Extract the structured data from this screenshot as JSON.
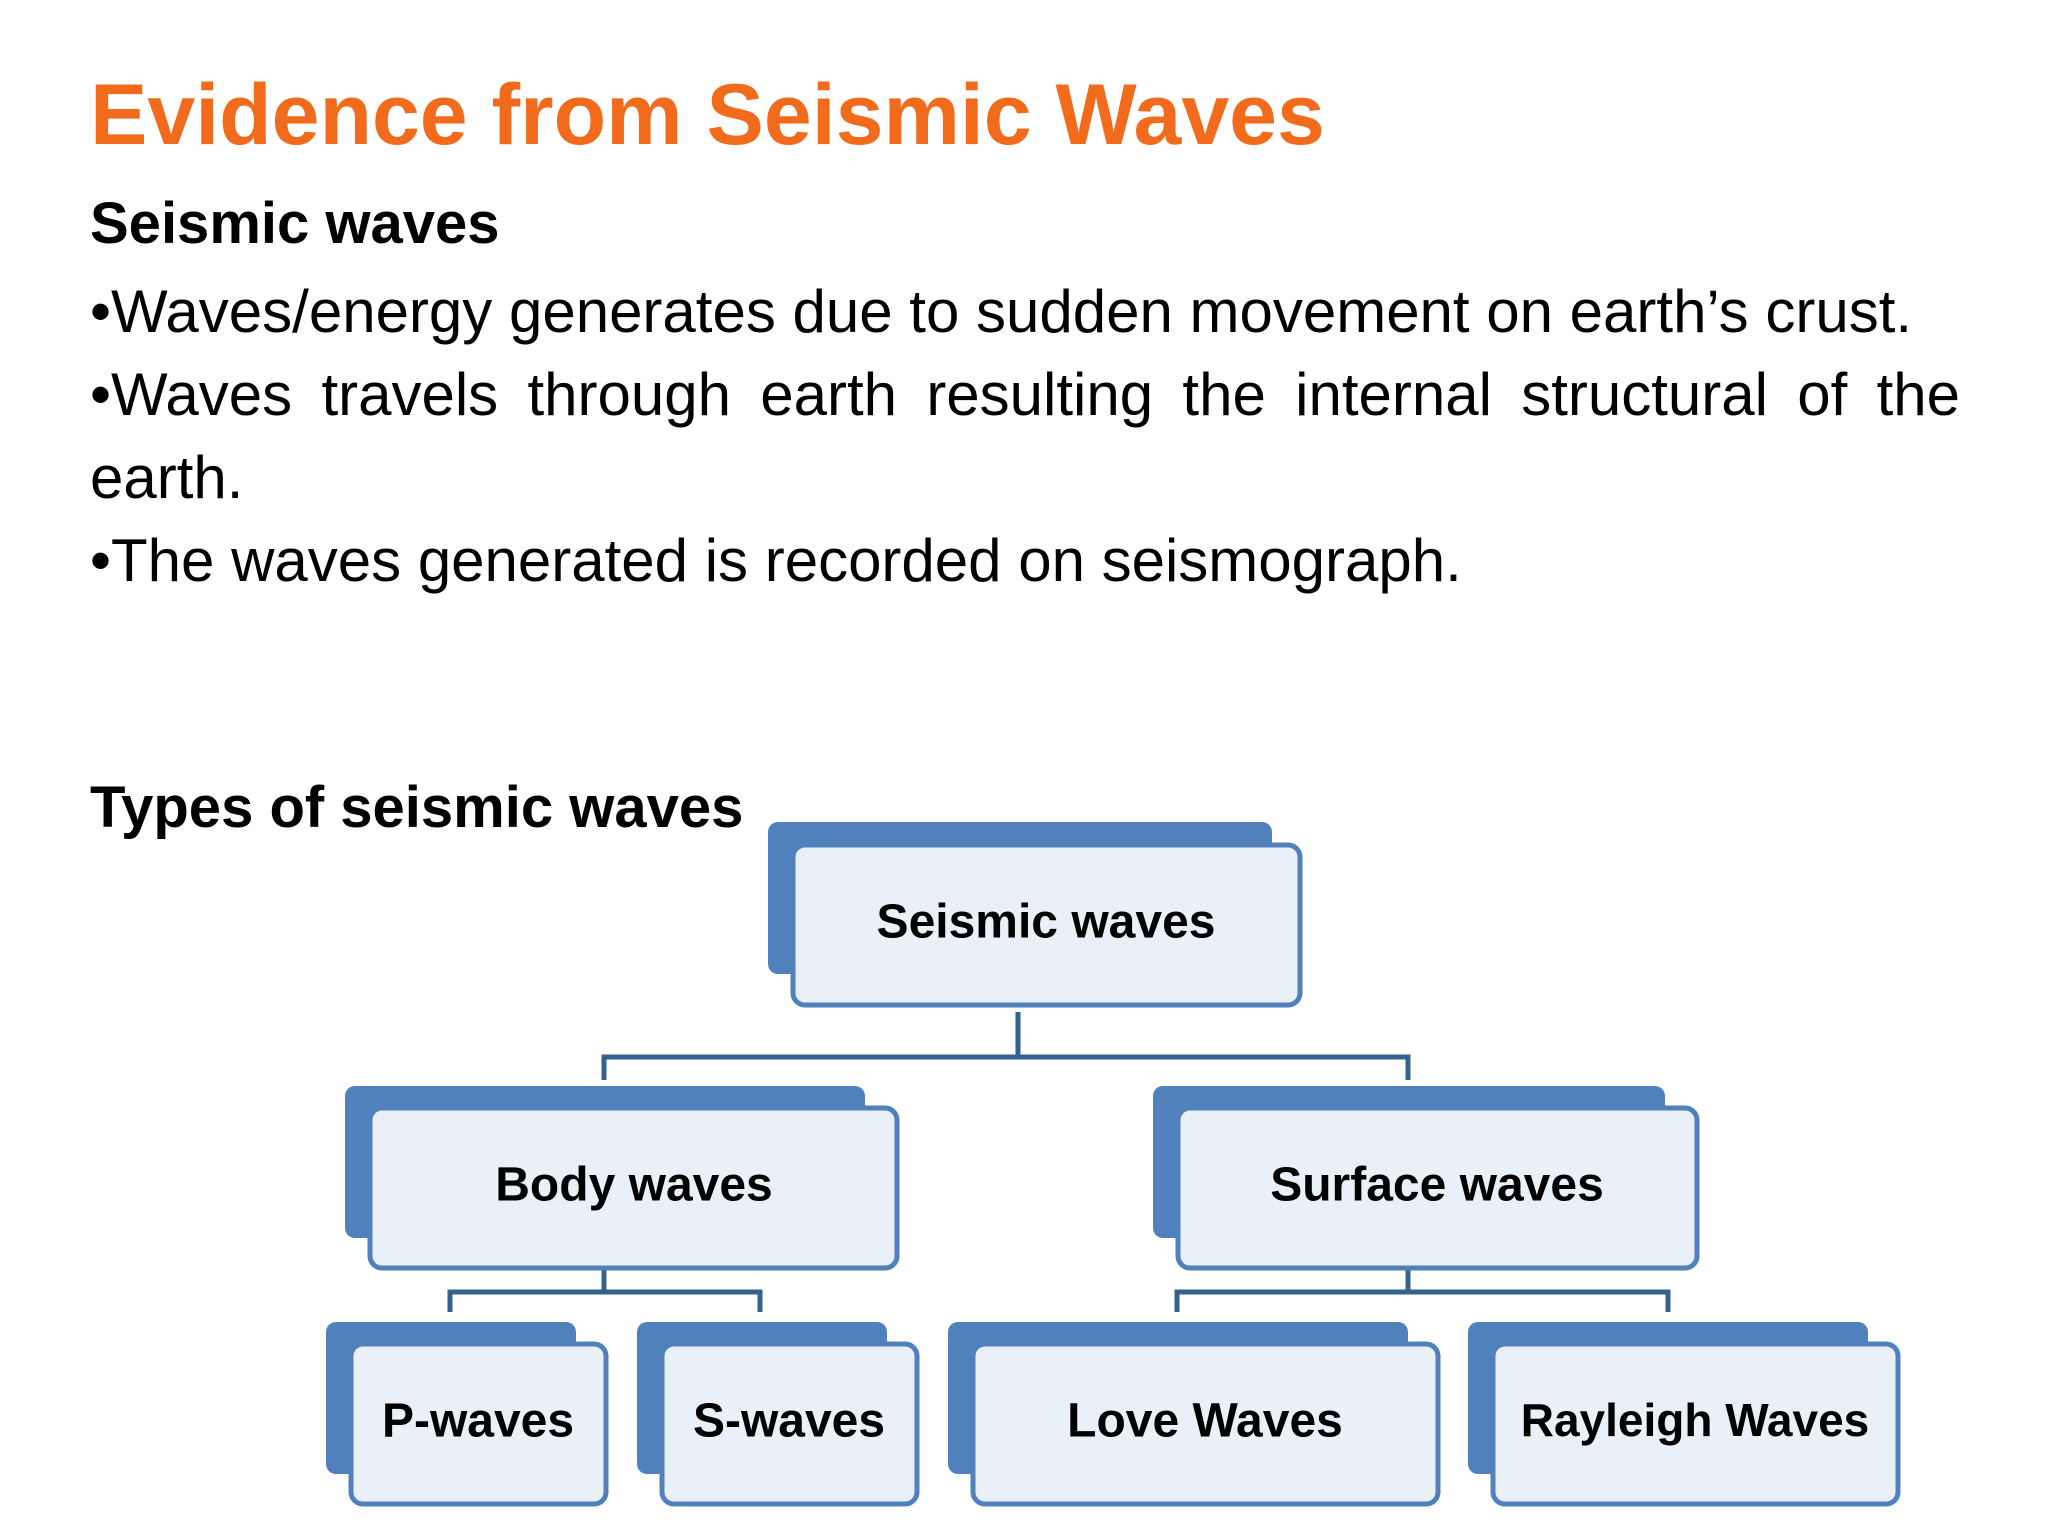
{
  "slide": {
    "title": "Evidence from Seismic Waves",
    "title_color": "#F26B1D"
  },
  "intro": {
    "heading": "Seismic waves",
    "bullet_glyph": "•",
    "bullets": [
      "Waves/energy generates due to sudden movement on earth’s crust.",
      "Waves travels through earth resulting the internal structural of the earth.",
      "The waves generated is recorded on seismograph."
    ]
  },
  "types_section": {
    "heading": "Types of seismic waves"
  },
  "diagram": {
    "colors": {
      "accent": "#5081BD",
      "fill": "#EAF0F8",
      "connector": "#35618F"
    },
    "root": "Seismic waves",
    "children": [
      {
        "label": "Body waves",
        "children": [
          "P-waves",
          "S-waves"
        ]
      },
      {
        "label": "Surface waves",
        "children": [
          "Love Waves",
          "Rayleigh Waves"
        ]
      }
    ]
  }
}
